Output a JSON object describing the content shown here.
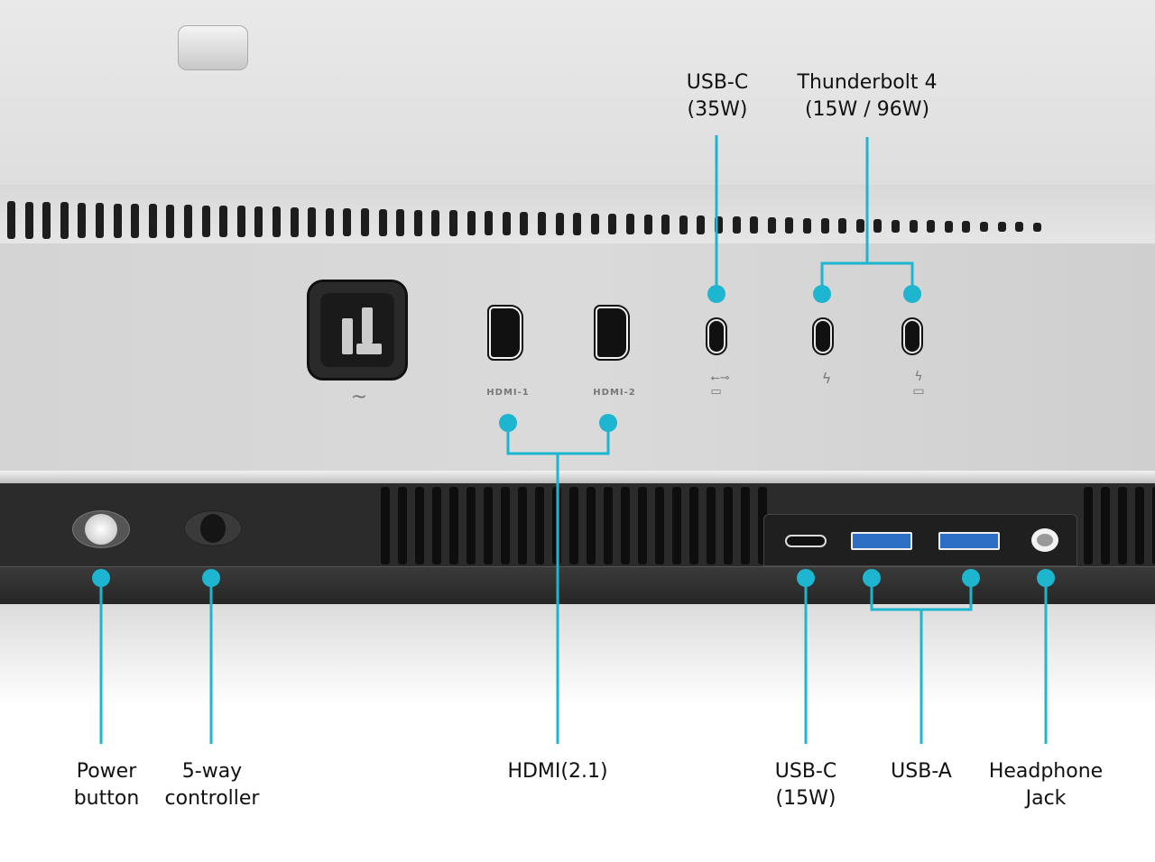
{
  "accent_color": "#1db5cf",
  "callouts": {
    "usb_c_top": {
      "line1": "USB-C",
      "line2": "(35W)"
    },
    "thunderbolt": {
      "line1": "Thunderbolt 4",
      "line2": "(15W / 96W)"
    },
    "power_button": {
      "line1": "Power",
      "line2": "button"
    },
    "five_way": {
      "line1": "5-way",
      "line2": "controller"
    },
    "hdmi": {
      "line1": "HDMI(2.1)"
    },
    "usb_c_bottom": {
      "line1": "USB-C",
      "line2": "(15W)"
    },
    "usb_a": {
      "line1": "USB-A"
    },
    "headphone": {
      "line1": "Headphone",
      "line2": "Jack"
    }
  },
  "port_markings": {
    "hdmi1": "HDMI-1",
    "hdmi2": "HDMI-2",
    "ac_symbol": "~",
    "usb_symbol": "⭠⊸",
    "thunderbolt_symbol": "ϟ",
    "laptop_symbol": "💻"
  }
}
